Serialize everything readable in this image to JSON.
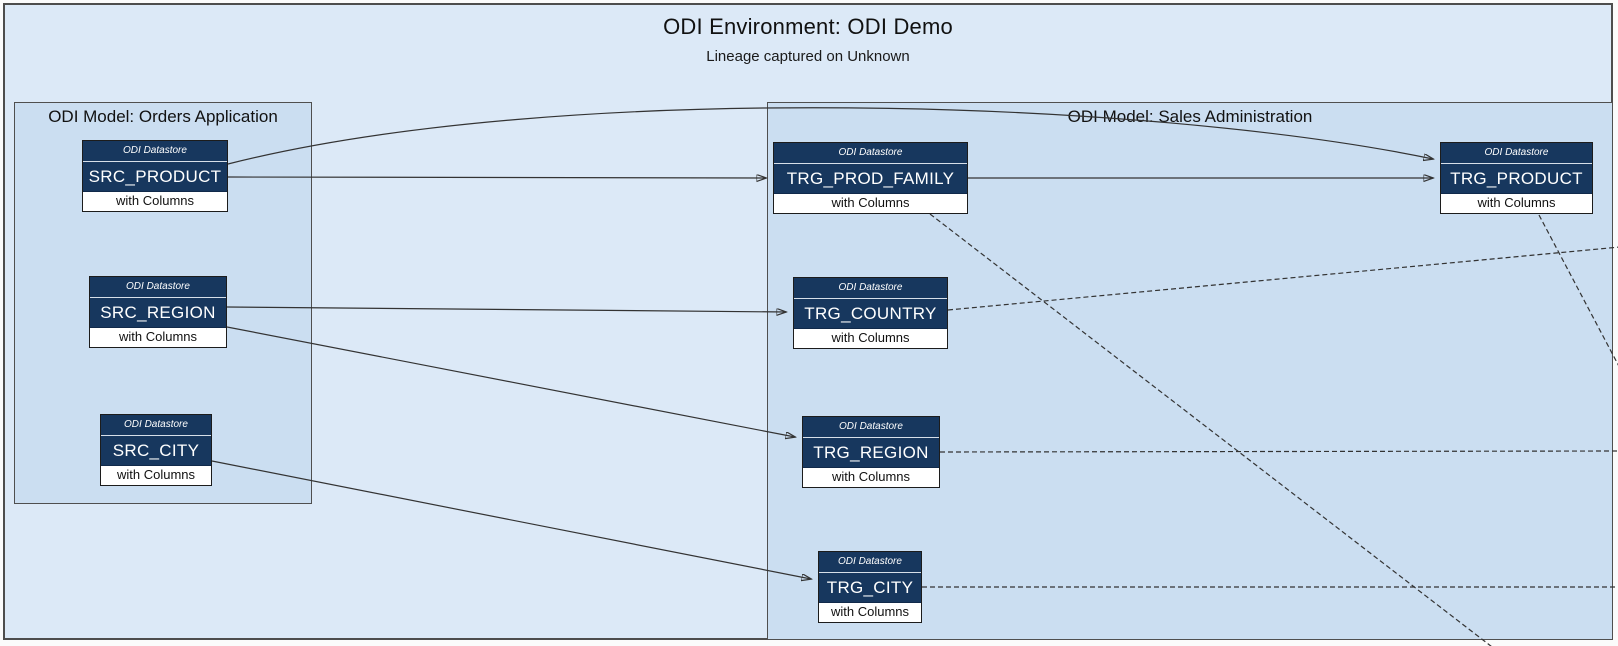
{
  "title": "ODI Environment: ODI Demo",
  "subtitle": "Lineage captured on Unknown",
  "colors": {
    "environment_fill": "#dce9f7",
    "model_fill": "#cbdef1",
    "node_header_fill": "#17375e",
    "node_footer_fill": "#ffffff",
    "node_text": "#ffffff",
    "edge_color": "#333333",
    "border_color": "#4d4d4d"
  },
  "models": [
    {
      "label": "ODI Model: Orders Application"
    },
    {
      "label": "ODI Model: Sales Administration"
    }
  ],
  "node_type_label": "ODI Datastore",
  "node_footer_label": "with Columns",
  "nodes": [
    {
      "type_label": "ODI Datastore",
      "name": "SRC_PRODUCT",
      "footer": "with Columns",
      "model": "Orders Application"
    },
    {
      "type_label": "ODI Datastore",
      "name": "SRC_REGION",
      "footer": "with Columns",
      "model": "Orders Application"
    },
    {
      "type_label": "ODI Datastore",
      "name": "SRC_CITY",
      "footer": "with Columns",
      "model": "Orders Application"
    },
    {
      "type_label": "ODI Datastore",
      "name": "TRG_PROD_FAMILY",
      "footer": "with Columns",
      "model": "Sales Administration"
    },
    {
      "type_label": "ODI Datastore",
      "name": "TRG_COUNTRY",
      "footer": "with Columns",
      "model": "Sales Administration"
    },
    {
      "type_label": "ODI Datastore",
      "name": "TRG_REGION",
      "footer": "with Columns",
      "model": "Sales Administration"
    },
    {
      "type_label": "ODI Datastore",
      "name": "TRG_CITY",
      "footer": "with Columns",
      "model": "Sales Administration"
    },
    {
      "type_label": "ODI Datastore",
      "name": "TRG_PRODUCT",
      "footer": "with Columns",
      "model": "Sales Administration"
    }
  ],
  "edges": [
    {
      "from": "SRC_PRODUCT",
      "to": "TRG_PROD_FAMILY",
      "style": "solid",
      "arrow": true
    },
    {
      "from": "SRC_PRODUCT",
      "to": "TRG_PRODUCT",
      "style": "solid",
      "arrow": true
    },
    {
      "from": "TRG_PROD_FAMILY",
      "to": "TRG_PRODUCT",
      "style": "solid",
      "arrow": true
    },
    {
      "from": "SRC_REGION",
      "to": "TRG_COUNTRY",
      "style": "solid",
      "arrow": true
    },
    {
      "from": "SRC_REGION",
      "to": "TRG_REGION",
      "style": "solid",
      "arrow": true
    },
    {
      "from": "SRC_CITY",
      "to": "TRG_CITY",
      "style": "solid",
      "arrow": true
    },
    {
      "from": "TRG_PROD_FAMILY",
      "to": "offscreen-bottom-right",
      "style": "dashed",
      "arrow": false
    },
    {
      "from": "TRG_COUNTRY",
      "to": "offscreen-right",
      "style": "dashed",
      "arrow": false
    },
    {
      "from": "TRG_REGION",
      "to": "offscreen-right",
      "style": "dashed",
      "arrow": false
    },
    {
      "from": "TRG_CITY",
      "to": "offscreen-right",
      "style": "dashed",
      "arrow": false
    },
    {
      "from": "TRG_PRODUCT",
      "to": "offscreen-bottom-right",
      "style": "dashed",
      "arrow": false
    }
  ]
}
